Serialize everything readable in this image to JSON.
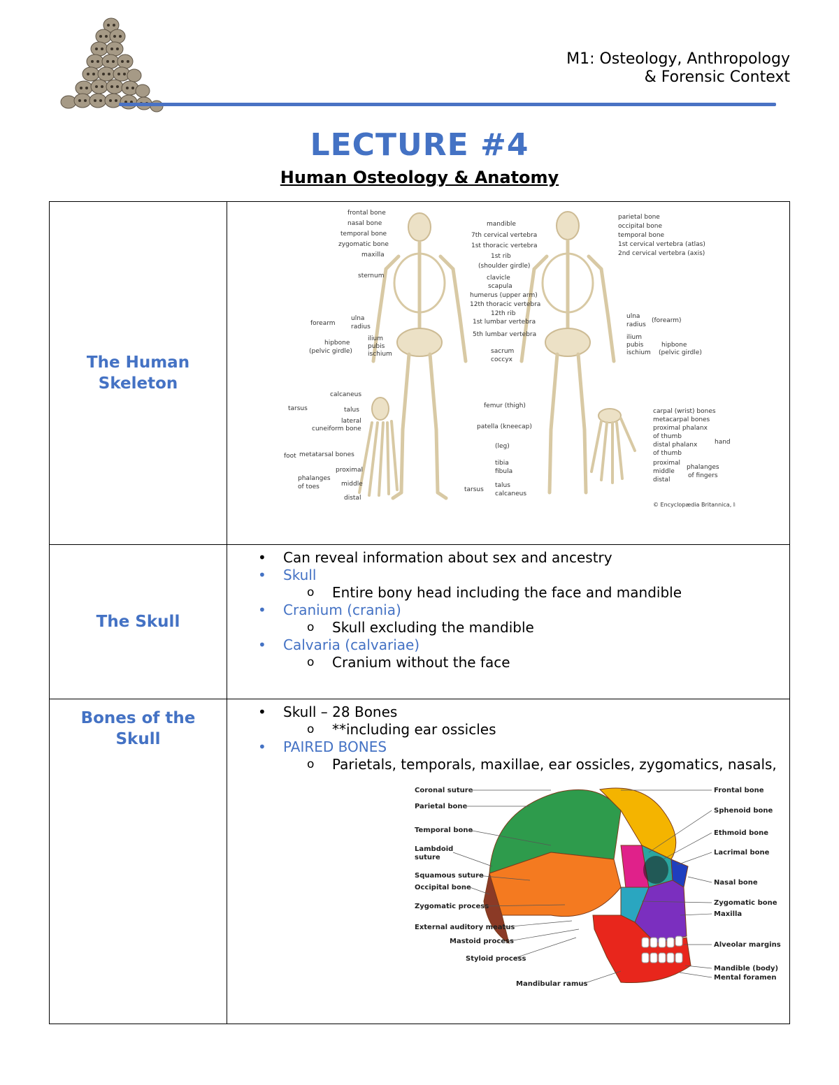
{
  "header": {
    "line1": "M1: Osteology, Anthropology",
    "line2": "& Forensic Context"
  },
  "title": "LECTURE #4",
  "subtitle": "Human Osteology & Anatomy",
  "colors": {
    "accent": "#4472c4",
    "rule": "#4a72c4"
  },
  "rows": [
    {
      "label": [
        "The Human",
        "Skeleton"
      ],
      "figure": {
        "labels_front_left": [
          "frontal bone",
          "nasal bone",
          "temporal bone",
          "zygomatic bone",
          "maxilla",
          "sternum",
          "ulna",
          "radius",
          "forearm",
          "hipbone",
          "(pelvic girdle)",
          "ilium",
          "pubis",
          "ischium"
        ],
        "labels_center": [
          "mandible",
          "7th cervical vertebra",
          "1st thoracic vertebra",
          "1st rib",
          "(shoulder girdle)",
          "clavicle",
          "scapula",
          "humerus (upper arm)",
          "12th thoracic vertebra",
          "12th rib",
          "1st lumbar vertebra",
          "5th lumbar vertebra",
          "sacrum",
          "coccyx",
          "femur (thigh)",
          "patella (kneecap)",
          "(leg)",
          "tibia",
          "fibula",
          "tarsus",
          "talus",
          "calcaneus"
        ],
        "labels_back_right": [
          "parietal bone",
          "occipital bone",
          "temporal bone",
          "1st cervical vertebra (atlas)",
          "2nd cervical vertebra (axis)",
          "ulna",
          "radius",
          "(forearm)",
          "ilium",
          "pubis",
          "ischium",
          "hipbone",
          "(pelvic girdle)"
        ],
        "labels_foot": [
          "calcaneus",
          "talus",
          "lateral",
          "cuneiform bone",
          "tarsus",
          "foot",
          "metatarsal bones",
          "proximal",
          "phalanges",
          "of toes",
          "middle",
          "distal"
        ],
        "labels_hand": [
          "carpal (wrist) bones",
          "metacarpal bones",
          "proximal phalanx",
          "of thumb",
          "distal phalanx",
          "of thumb",
          "proximal",
          "middle",
          "distal",
          "phalanges",
          "of fingers",
          "hand"
        ],
        "credit": "© Encyclopædia Britannica, Inc."
      }
    },
    {
      "label": [
        "The Skull"
      ],
      "bullets": [
        {
          "level": 1,
          "blue": false,
          "text": "Can reveal information about sex and ancestry"
        },
        {
          "level": 1,
          "blue": true,
          "text": "Skull"
        },
        {
          "level": 2,
          "blue": false,
          "text": "Entire bony head including the face and mandible"
        },
        {
          "level": 1,
          "blue": true,
          "text": "Cranium (crania)"
        },
        {
          "level": 2,
          "blue": false,
          "text": "Skull excluding the mandible"
        },
        {
          "level": 1,
          "blue": true,
          "text": "Calvaria (calvariae)"
        },
        {
          "level": 2,
          "blue": false,
          "text": "Cranium without the face"
        }
      ]
    },
    {
      "label": [
        "Bones of the",
        "Skull"
      ],
      "bullets": [
        {
          "level": 1,
          "blue": false,
          "text": "Skull – 28 Bones"
        },
        {
          "level": 2,
          "blue": false,
          "text": "**including ear ossicles"
        },
        {
          "level": 1,
          "blue": true,
          "text": "PAIRED BONES"
        },
        {
          "level": 2,
          "blue": false,
          "text": "Parietals, temporals, maxillae, ear ossicles, zygomatics, nasals,"
        }
      ],
      "figure": {
        "labels_left": [
          "Coronal suture",
          "Parietal bone",
          "Temporal bone",
          "Lambdoid",
          "suture",
          "Squamous suture",
          "Occipital bone",
          "Zygomatic process",
          "External auditory meatus",
          "Mastoid process",
          "Styloid process",
          "Mandibular ramus"
        ],
        "labels_right": [
          "Frontal bone",
          "Sphenoid bone",
          "Ethmoid bone",
          "Lacrimal bone",
          "Nasal bone",
          "Zygomatic bone",
          "Maxilla",
          "Alveolar margins",
          "Mandible (body)",
          "Mental foramen"
        ]
      }
    }
  ]
}
